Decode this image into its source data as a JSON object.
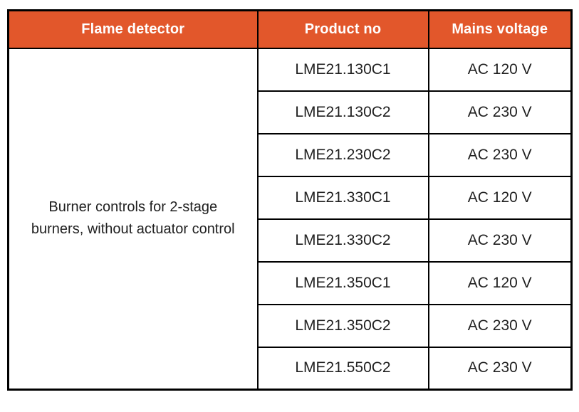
{
  "table": {
    "headers": [
      "Flame detector",
      "Product no",
      "Mains voltage"
    ],
    "group_label": "Burner controls for 2-stage burners, without actuator control",
    "rows": [
      {
        "product_no": "LME21.130C1",
        "mains_voltage": "AC 120 V"
      },
      {
        "product_no": "LME21.130C2",
        "mains_voltage": "AC 230 V"
      },
      {
        "product_no": "LME21.230C2",
        "mains_voltage": "AC 230 V"
      },
      {
        "product_no": "LME21.330C1",
        "mains_voltage": "AC 120 V"
      },
      {
        "product_no": "LME21.330C2",
        "mains_voltage": "AC 230 V"
      },
      {
        "product_no": "LME21.350C1",
        "mains_voltage": "AC 120 V"
      },
      {
        "product_no": "LME21.350C2",
        "mains_voltage": "AC 230 V"
      },
      {
        "product_no": "LME21.550C2",
        "mains_voltage": "AC 230 V"
      }
    ],
    "colors": {
      "header_bg": "#e2572b",
      "header_text": "#ffffff",
      "border": "#000000",
      "body_text": "#1f1f1f",
      "page_bg": "#ffffff"
    }
  }
}
